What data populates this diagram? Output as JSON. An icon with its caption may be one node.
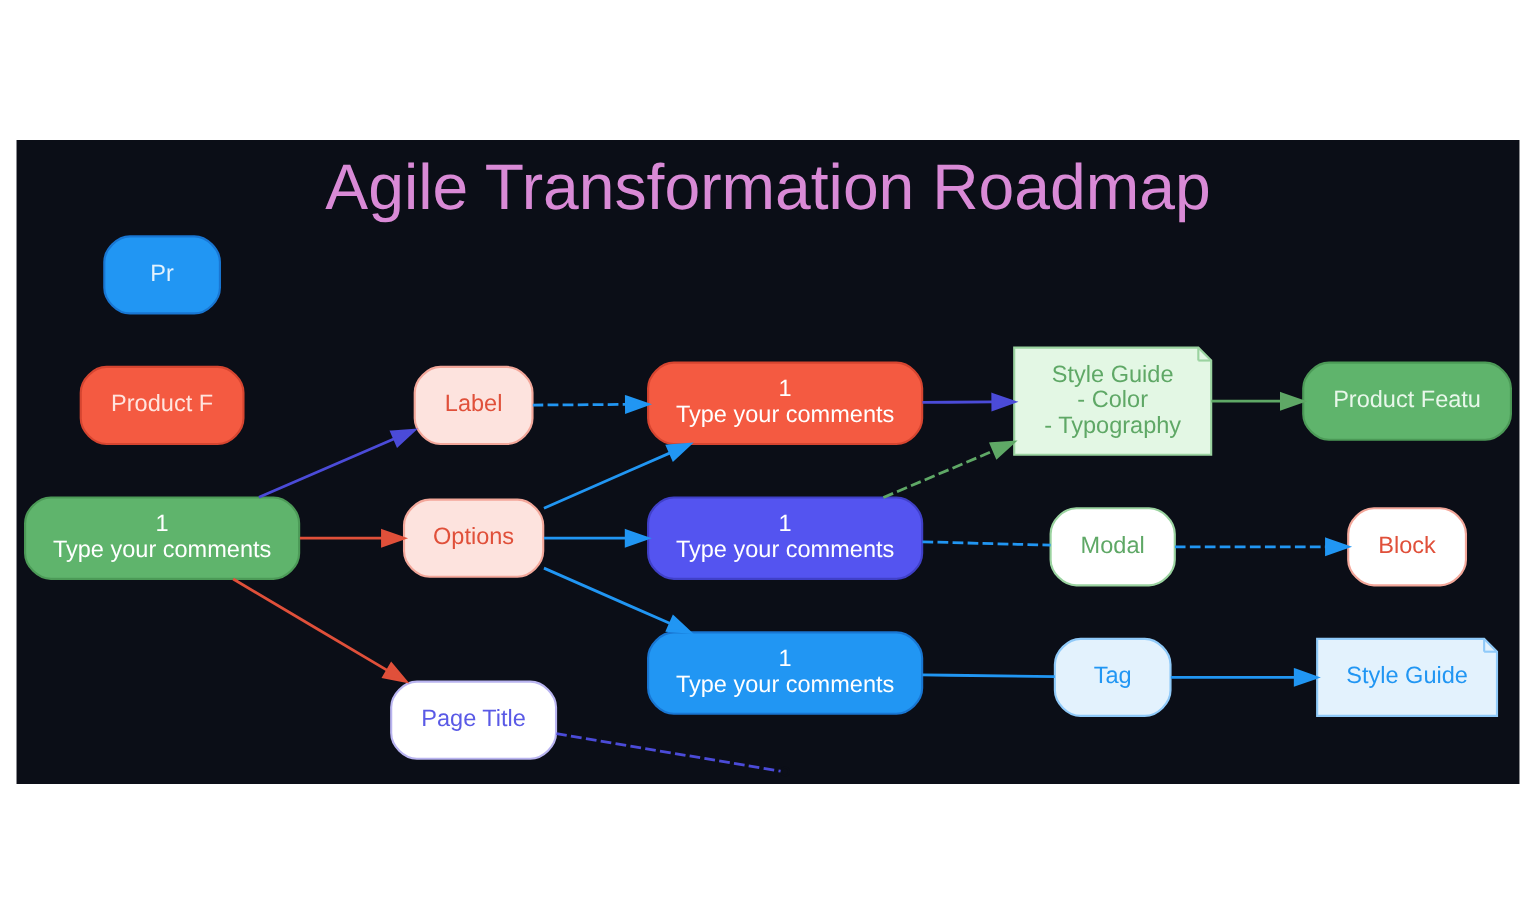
{
  "diagram": {
    "title": "Agile Transformation Roadmap",
    "nodes": [
      {
        "text": [
          "1",
          "Type your comments"
        ]
      },
      {
        "text": [
          "Label"
        ]
      },
      {
        "text": [
          "Options"
        ]
      },
      {
        "text": [
          "1",
          "Type your comments"
        ]
      },
      {
        "text": [
          "Style Guide",
          "- Color",
          "- Typography"
        ]
      },
      {
        "text": [
          "Product Featu"
        ]
      },
      {
        "text": [
          "Product F"
        ]
      },
      {
        "text": [
          "Pr"
        ]
      },
      {
        "text": [
          "1",
          "Type your comments"
        ]
      },
      {
        "text": [
          "Modal"
        ]
      },
      {
        "text": [
          "Block"
        ]
      },
      {
        "text": [
          "1",
          "Type your comments"
        ]
      },
      {
        "text": [
          "Page Title"
        ]
      },
      {
        "text": [
          "Tag"
        ]
      },
      {
        "text": [
          "Style Guide"
        ]
      }
    ],
    "edges": [
      {
        "from": 0,
        "to": 1,
        "arrow": "to",
        "color": "#4b4bd8"
      },
      {
        "from": 1,
        "to": 3,
        "arrow": "to",
        "style": "dashed"
      },
      {
        "from": 0,
        "to": 2,
        "arrow": "to",
        "color": "#e0503a"
      },
      {
        "from": 2,
        "to": 3,
        "arrow": "to"
      },
      {
        "from": 3,
        "to": 4,
        "arrow": "to",
        "color": "#4b4bd8"
      },
      {
        "from": 4,
        "to": 5,
        "arrow": "to",
        "color": "#5fa866"
      },
      {
        "from": 8,
        "to": 4,
        "arrow": "to",
        "style": "dashed",
        "color": "#5fa866"
      },
      {
        "from": 2,
        "to": 11,
        "arrow": "to"
      },
      {
        "from": 2,
        "to": 8,
        "arrow": "to"
      },
      {
        "from": 8,
        "to": 9,
        "arrow": "none",
        "style": "dashed"
      },
      {
        "from": 9,
        "to": 10,
        "arrow": "to",
        "style": "dashed"
      },
      {
        "from": 0,
        "to": 12,
        "arrow": "to",
        "color": "#e0503a"
      },
      {
        "from": 11,
        "to": 13,
        "arrow": "none"
      },
      {
        "from": 13,
        "to": 14,
        "arrow": "to"
      },
      {
        "from": 12,
        "to": null,
        "arrow": "none",
        "style": "dashed",
        "color": "#4b4bd8"
      }
    ]
  }
}
